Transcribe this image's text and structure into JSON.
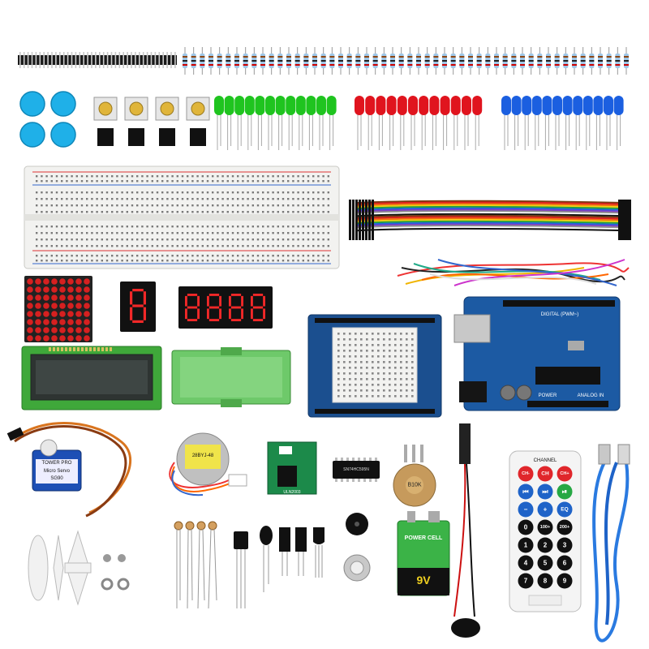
{
  "colors": {
    "background": "#ffffff",
    "led_green": "#1fc41f",
    "led_red": "#e0141e",
    "led_blue": "#1b5fe0",
    "cap_blue": "#1fb0e8",
    "board_blue": "#1b4f8f",
    "breadboard": "#f2f2f0",
    "lcd_green": "#3fa83a",
    "display_red": "#ff2a2a"
  },
  "seven_segment": {
    "digit_count": 4
  },
  "lcd": {
    "rows": 2
  },
  "remote": {
    "header": "CHANNEL",
    "buttons": [
      {
        "label": "CH-",
        "color": "#e0262b"
      },
      {
        "label": "CH",
        "color": "#e0262b"
      },
      {
        "label": "CH+",
        "color": "#e0262b"
      },
      {
        "label": "⏮",
        "color": "#1f63c8"
      },
      {
        "label": "⏭",
        "color": "#1f63c8"
      },
      {
        "label": "⏯",
        "color": "#27a844"
      },
      {
        "label": "−",
        "color": "#1f63c8"
      },
      {
        "label": "+",
        "color": "#1f63c8"
      },
      {
        "label": "EQ",
        "color": "#1f63c8"
      },
      {
        "label": "0",
        "color": "#111111"
      },
      {
        "label": "100+",
        "color": "#111111"
      },
      {
        "label": "200+",
        "color": "#111111"
      },
      {
        "label": "1",
        "color": "#111111"
      },
      {
        "label": "2",
        "color": "#111111"
      },
      {
        "label": "3",
        "color": "#111111"
      },
      {
        "label": "4",
        "color": "#111111"
      },
      {
        "label": "5",
        "color": "#111111"
      },
      {
        "label": "6",
        "color": "#111111"
      },
      {
        "label": "7",
        "color": "#111111"
      },
      {
        "label": "8",
        "color": "#111111"
      },
      {
        "label": "9",
        "color": "#111111"
      }
    ]
  },
  "servo": {
    "label_top": "TOWER PRO",
    "label_mid": "Micro Servo",
    "label_bot": "SG90"
  },
  "stepper": {
    "label": "28BYJ-48"
  },
  "battery": {
    "label": "POWER CELL",
    "voltage": "9V"
  },
  "uno": {
    "label_top": "DIGITAL (PWM~)",
    "label_power": "POWER",
    "label_analog": "ANALOG IN"
  },
  "potentiometer": {
    "label": "B10K"
  },
  "ic": {
    "label": "SN74HC595N"
  },
  "driver": {
    "label": "ULN2003"
  }
}
